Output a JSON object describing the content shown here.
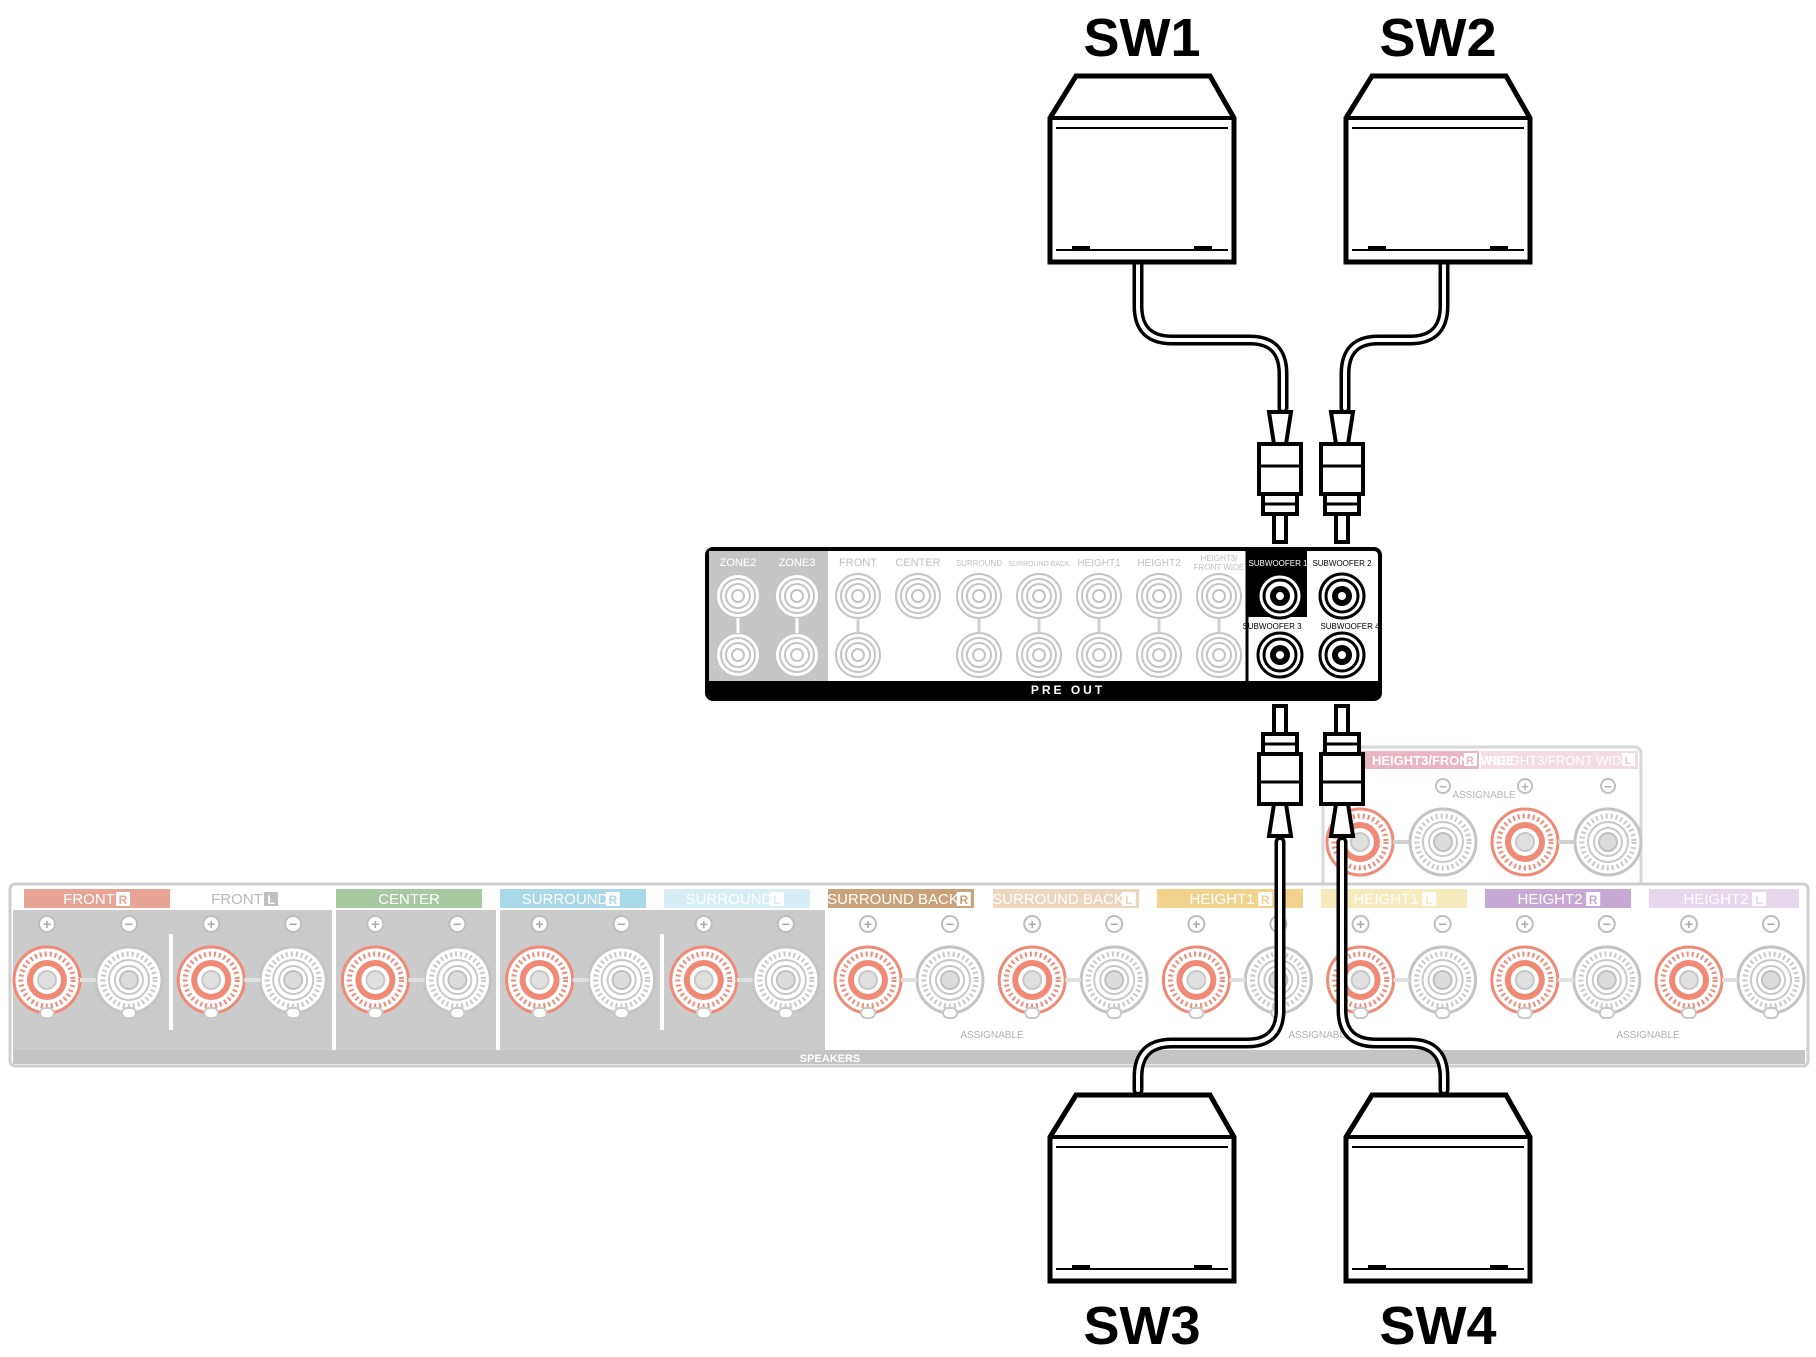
{
  "subwoofers": {
    "sw1": "SW1",
    "sw2": "SW2",
    "sw3": "SW3",
    "sw4": "SW4"
  },
  "pre_out": {
    "title": "PRE OUT",
    "zone2": "ZONE2",
    "zone3": "ZONE3",
    "front": "FRONT",
    "center": "CENTER",
    "surround": "SURROUND",
    "surround_back": "SURROUND BACK",
    "height1": "HEIGHT1",
    "height2": "HEIGHT2",
    "height3_line1": "HEIGHT3/",
    "height3_line2": "FRONT WIDE",
    "subwoofer1": "SUBWOOFER 1",
    "subwoofer2": "SUBWOOFER 2",
    "subwoofer3": "SUBWOOFER 3",
    "subwoofer4": "SUBWOOFER 4"
  },
  "speakers": {
    "title": "SPEAKERS",
    "assignable": "ASSIGNABLE",
    "plus": "+",
    "minus": "−",
    "channels": [
      {
        "label": "FRONT",
        "side": "R",
        "color": "#e8a596"
      },
      {
        "label": "FRONT",
        "side": "L",
        "color": "#ffffff"
      },
      {
        "label": "CENTER",
        "side": "",
        "color": "#a6c9a0"
      },
      {
        "label": "SURROUND",
        "side": "R",
        "color": "#a9d8e8"
      },
      {
        "label": "SURROUND",
        "side": "L",
        "color": "#d8eef5"
      },
      {
        "label": "SURROUND BACK",
        "side": "R",
        "color": "#c9a27a"
      },
      {
        "label": "SURROUND BACK",
        "side": "L",
        "color": "#ecd6bd"
      },
      {
        "label": "HEIGHT1",
        "side": "R",
        "color": "#f1d38e"
      },
      {
        "label": "HEIGHT1",
        "side": "L",
        "color": "#f7ebbd"
      },
      {
        "label": "HEIGHT2",
        "side": "R",
        "color": "#c8a9d6"
      },
      {
        "label": "HEIGHT2",
        "side": "L",
        "color": "#e6d7ec"
      }
    ],
    "height3_r": "HEIGHT3/FRONT WIDE",
    "height3_l": "HEIGHT3/FRONT WIDE",
    "height3_r_color": "#eab5c2",
    "height3_l_color": "#f3dde3"
  },
  "colors": {
    "terminal_red": "#ef7f69",
    "panel_gray": "#c8c8c8",
    "active_black": "#000000"
  }
}
